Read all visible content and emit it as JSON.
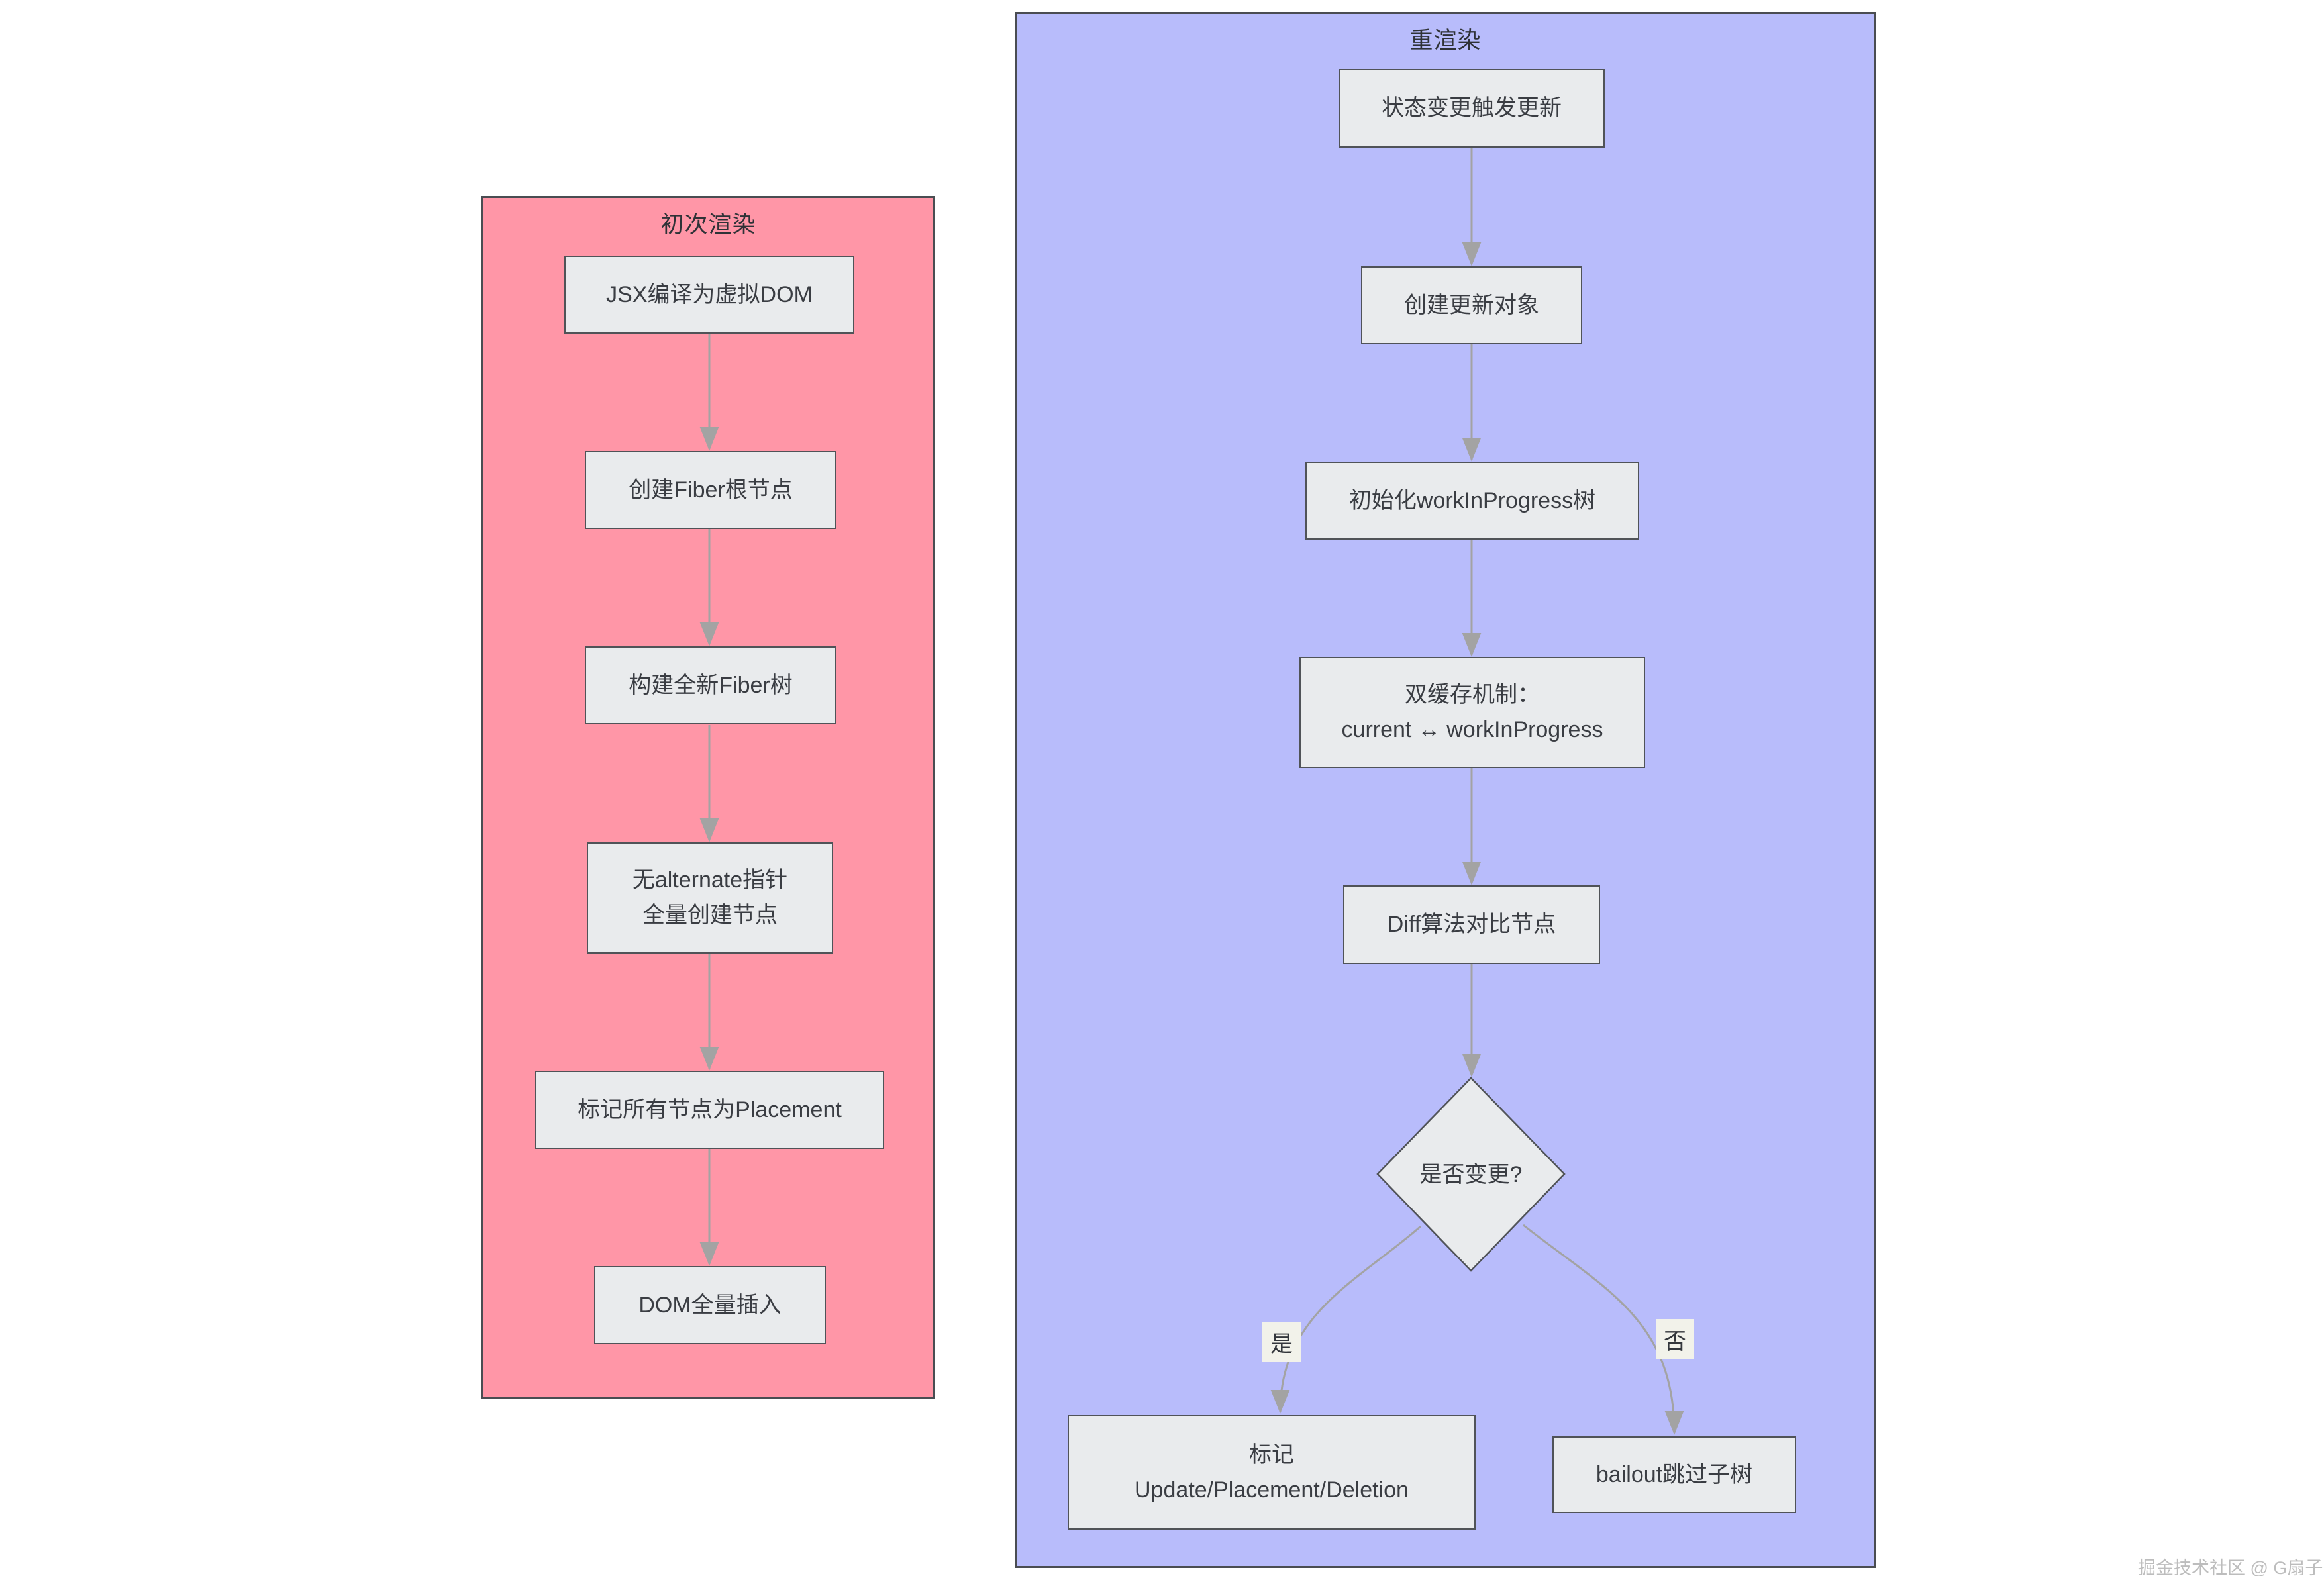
{
  "colors": {
    "initial_panel_bg": "#ff96a7",
    "rerender_panel_bg": "#b8bcfb",
    "panel_border": "#4a4d52",
    "node_bg": "#e9ebed",
    "node_border": "#505358",
    "node_text": "#3a3d43",
    "arrow": "#a3a3a3",
    "edge_label_bg": "#f2f2ea",
    "watermark": "#bdbdbd"
  },
  "initial_render": {
    "title": "初次渲染",
    "steps": [
      "JSX编译为虚拟DOM",
      "创建Fiber根节点",
      "构建全新Fiber树",
      "无alternate指针\n全量创建节点",
      "标记所有节点为Placement",
      "DOM全量插入"
    ]
  },
  "rerender": {
    "title": "重渲染",
    "steps": [
      "状态变更触发更新",
      "创建更新对象",
      "初始化workInProgress树",
      "双缓存机制：\ncurrent ↔ workInProgress",
      "Diff算法对比节点"
    ],
    "decision": "是否变更?",
    "yes_label": "是",
    "no_label": "否",
    "yes_target": "标记\nUpdate/Placement/Deletion",
    "no_target": "bailout跳过子树"
  },
  "watermark": "掘金技术社区 @ G扇子"
}
